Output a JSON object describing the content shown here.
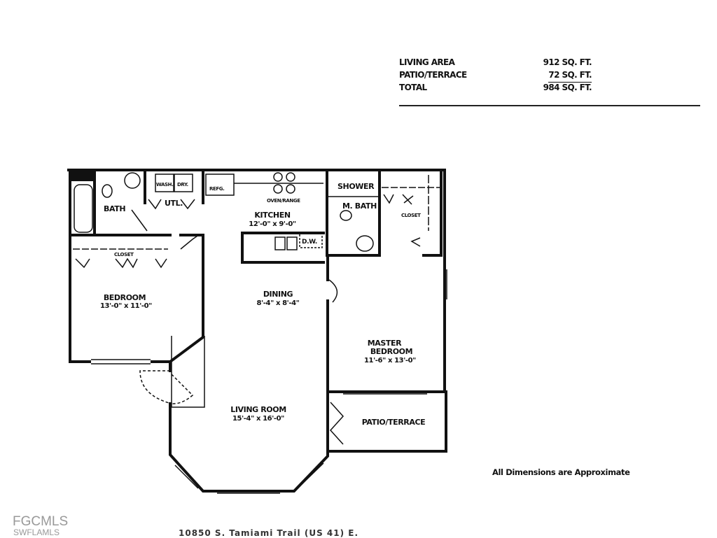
{
  "area_table": {
    "rows": [
      {
        "label": "LIVING AREA",
        "value": "912 SQ. FT."
      },
      {
        "label": "PATIO/TERRACE",
        "value": "72 SQ. FT."
      },
      {
        "label": "TOTAL",
        "value": "984 SQ. FT."
      }
    ]
  },
  "rooms": {
    "bath": "BATH",
    "utl": "UTL.",
    "wash": "WASH.",
    "dry": "DRY.",
    "refg": "REFG.",
    "oven": "OVEN/RANGE",
    "kitchen": {
      "name": "KITCHEN",
      "dims": "12'-0\" x 9'-0\""
    },
    "dw": "D.W.",
    "shower": "SHOWER",
    "mbath": "M. BATH",
    "closet_master": "CLOSET",
    "closet_bedroom": "CLOSET",
    "bedroom": {
      "name": "BEDROOM",
      "dims": "13'-0\" x 11'-0\""
    },
    "dining": {
      "name": "DINING",
      "dims": "8'-4\" x 8'-4\""
    },
    "master": {
      "name": "MASTER",
      "name2": "BEDROOM",
      "dims": "11'-6\" x 13'-0\""
    },
    "living": {
      "name": "LIVING ROOM",
      "dims": "15'-4\" x 16'-0\""
    },
    "patio": "PATIO/TERRACE"
  },
  "note": "All Dimensions are Approximate",
  "address_partial": "10850 S. Tamiami Trail (US 41) E.",
  "watermark": {
    "line1": "FGCMLS",
    "line2": "SWFLAMLS"
  }
}
